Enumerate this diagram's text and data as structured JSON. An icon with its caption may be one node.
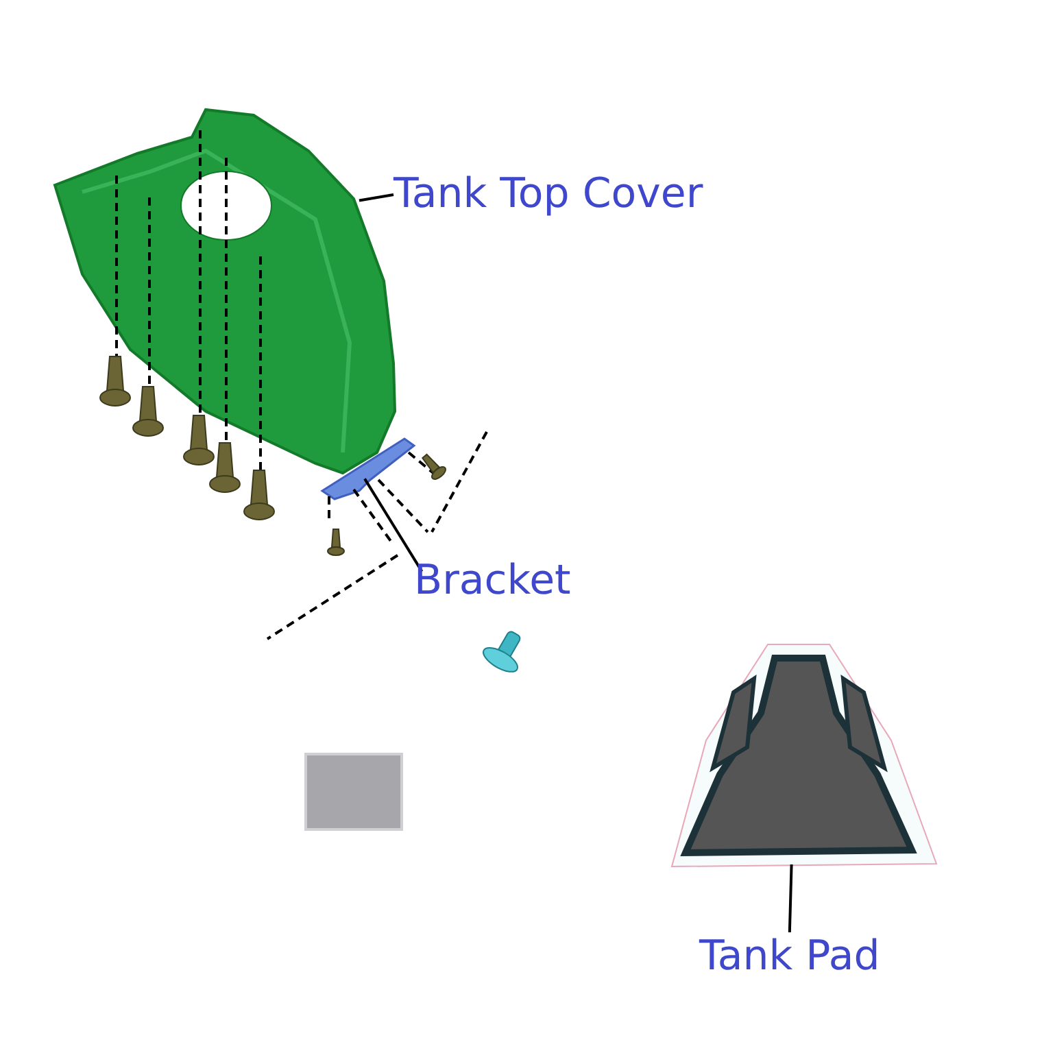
{
  "diagram": {
    "nodes": [
      {
        "text": [
          "Tank Top Cover"
        ]
      },
      {
        "text": [],
        "shape": "picture"
      },
      {
        "text": [
          "Bracket"
        ]
      },
      {
        "text": [],
        "shape": "picture"
      },
      {
        "text": [
          "Tank Pad"
        ]
      },
      {
        "text": [],
        "shape": "picture"
      }
    ],
    "edges": [
      {
        "from": 0,
        "to": 1,
        "arrow": "none"
      },
      {
        "from": 2,
        "to": 3,
        "arrow": "none"
      },
      {
        "from": 4,
        "to": 5,
        "arrow": "none"
      }
    ]
  }
}
